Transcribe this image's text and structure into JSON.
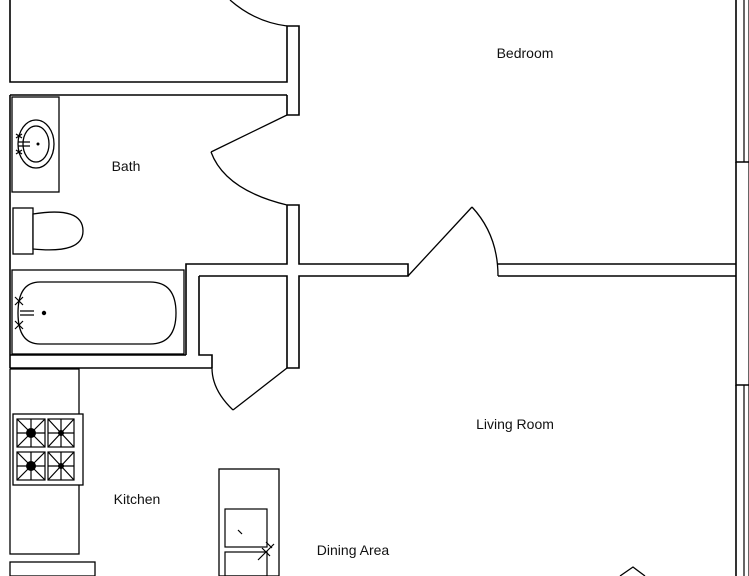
{
  "plan": {
    "rooms": [
      {
        "id": "bedroom",
        "label": "Bedroom"
      },
      {
        "id": "bath",
        "label": "Bath"
      },
      {
        "id": "living-room",
        "label": "Living Room"
      },
      {
        "id": "kitchen",
        "label": "Kitchen"
      },
      {
        "id": "dining-area",
        "label": "Dining Area"
      }
    ]
  }
}
